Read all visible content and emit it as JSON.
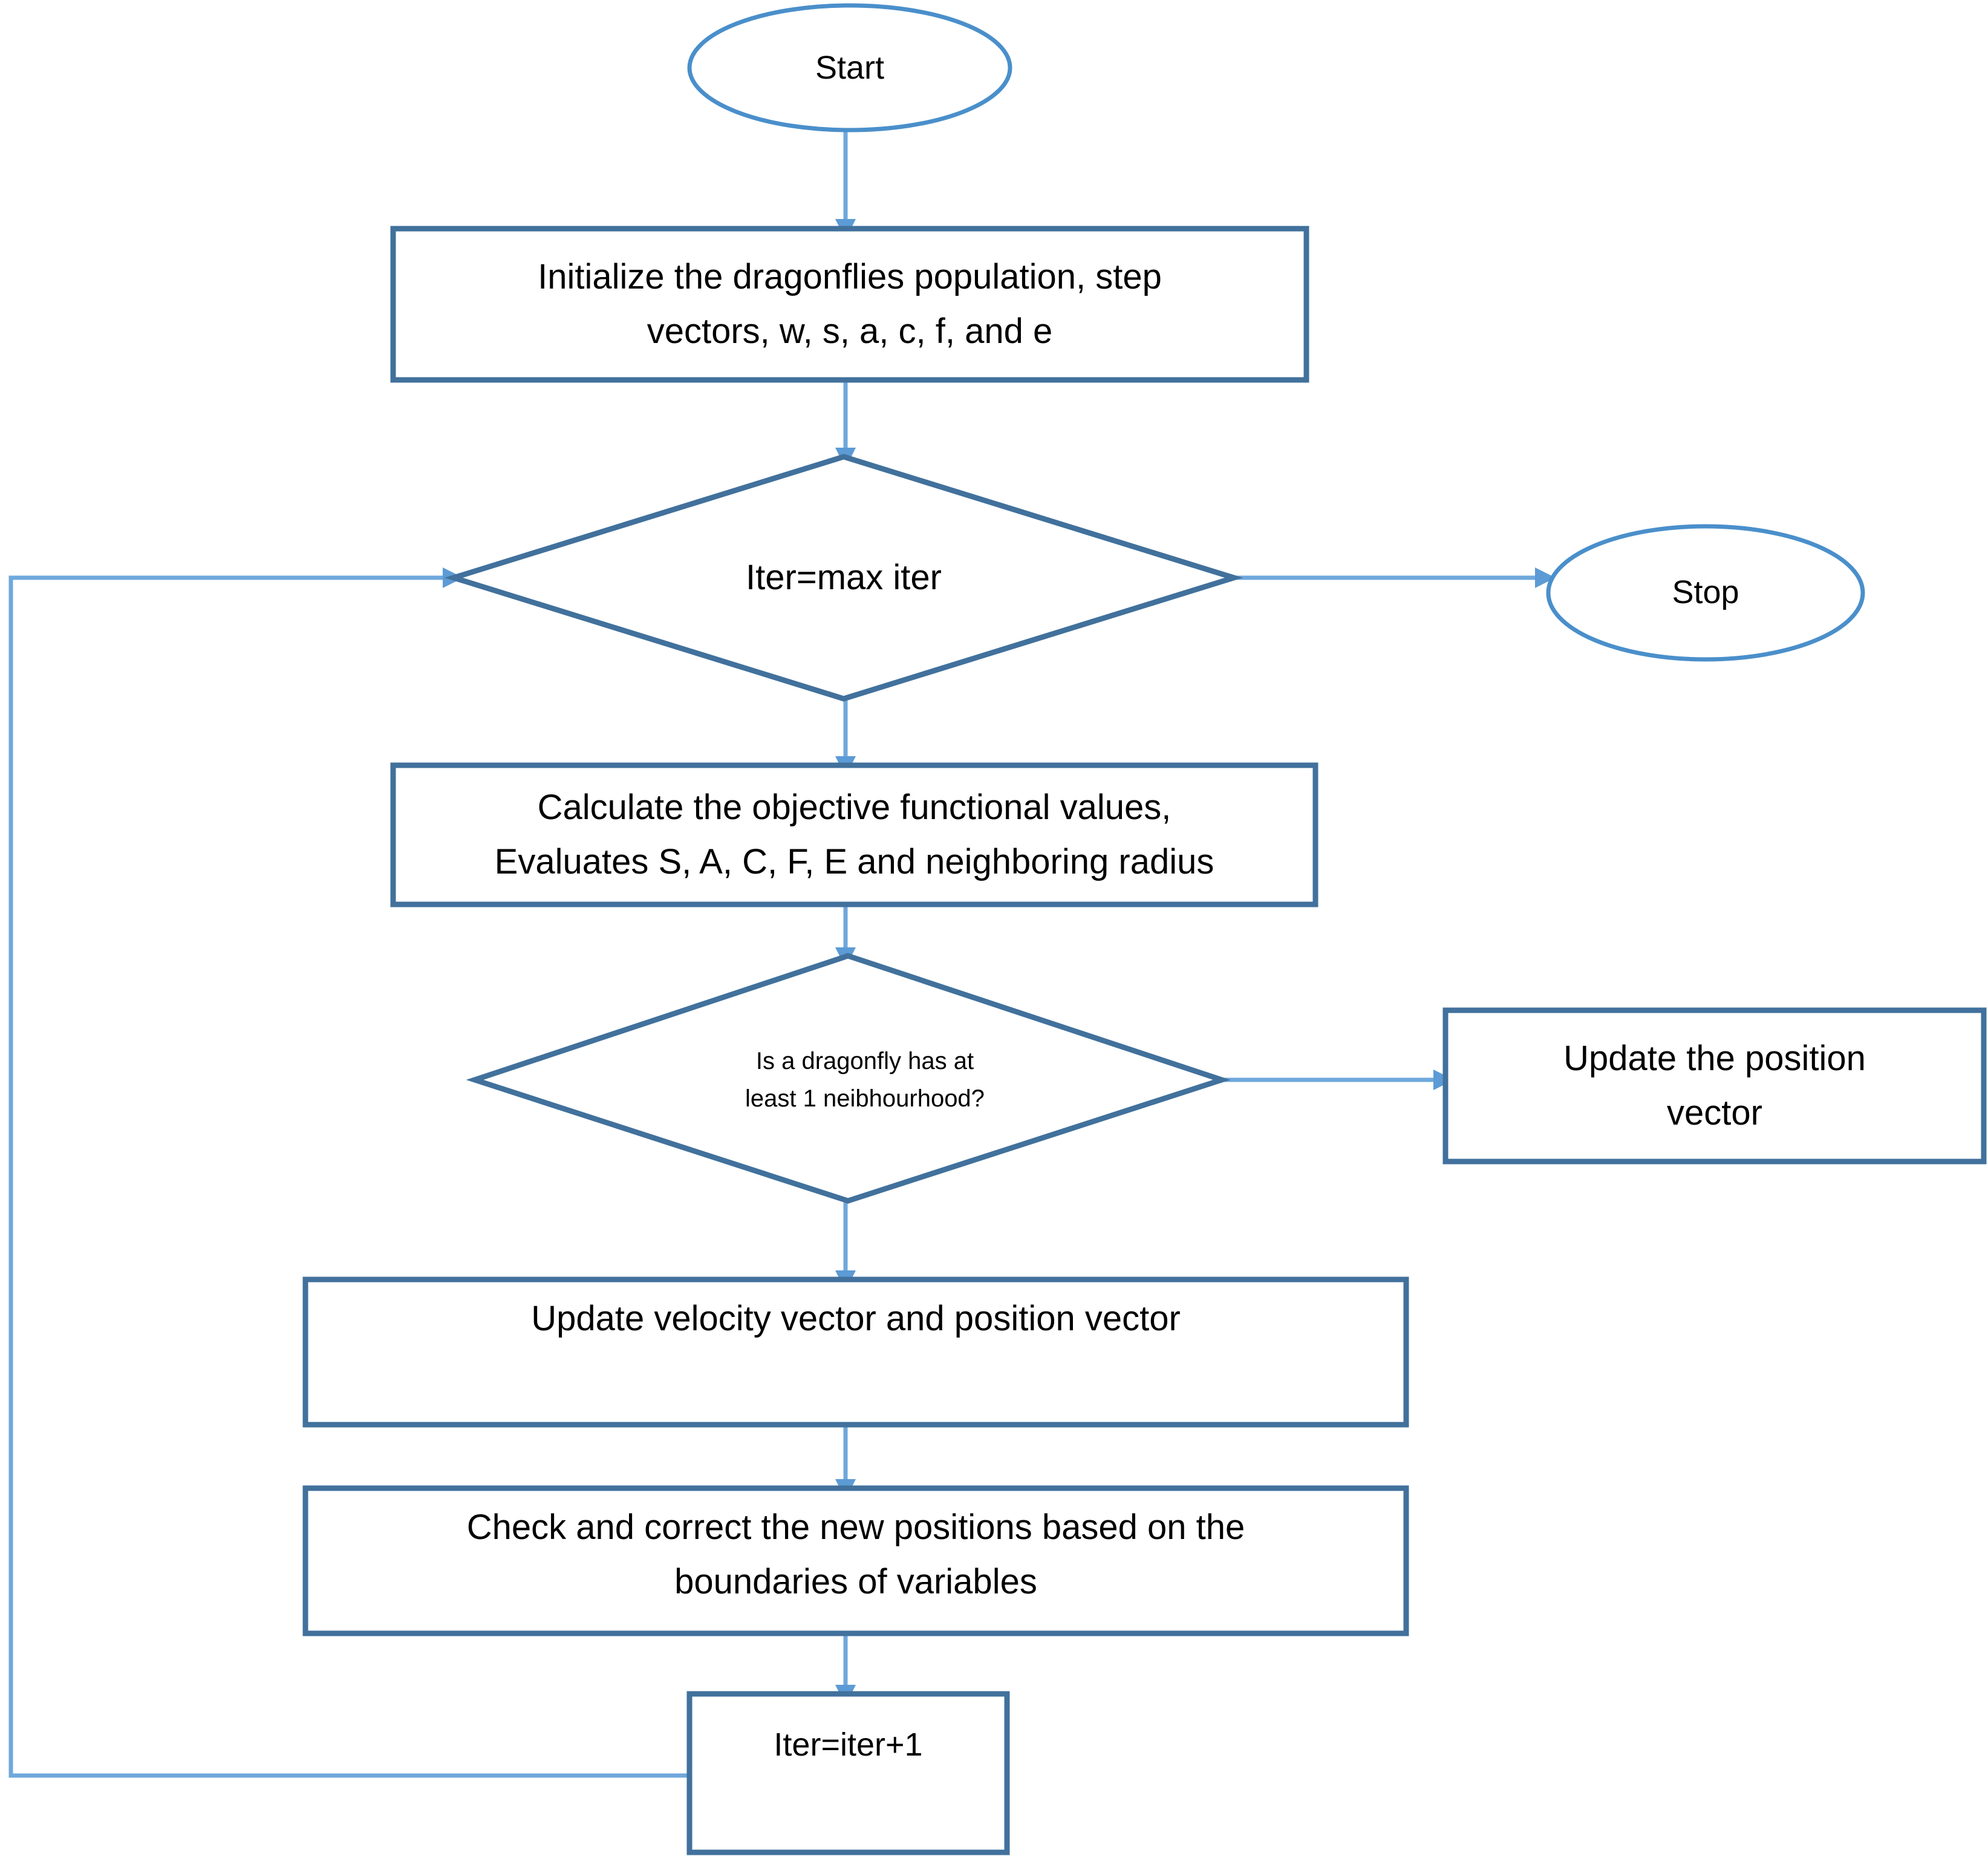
{
  "diagram": {
    "title": "Dragonfly Algorithm Flowchart",
    "type": "flowchart",
    "colors": {
      "ellipse_stroke": "#4A8FCB",
      "box_stroke": "#41719C",
      "diamond_stroke": "#41719C",
      "connector": "#6FA8DC",
      "text": "#000000",
      "background": "#FFFFFF"
    },
    "nodes": [
      {
        "id": "start",
        "shape": "ellipse",
        "label": "Start"
      },
      {
        "id": "initialize",
        "shape": "rectangle",
        "label": "Initialize the dragonflies population, step\nvectors, w, s, a, c, f, and e"
      },
      {
        "id": "cond_iter",
        "shape": "diamond",
        "label": "Iter=max iter"
      },
      {
        "id": "stop",
        "shape": "ellipse",
        "label": "Stop"
      },
      {
        "id": "calculate",
        "shape": "rectangle",
        "label": "Calculate the objective functional values,\nEvaluates S, A, C, F, E and neighboring radius"
      },
      {
        "id": "cond_neigh",
        "shape": "diamond",
        "label": "Is a dragonfly has at\nleast 1 neibhourhood?"
      },
      {
        "id": "update_pos",
        "shape": "rectangle",
        "label": "Update the position\nvector"
      },
      {
        "id": "update_vel",
        "shape": "rectangle",
        "label": "Update velocity vector and position vector"
      },
      {
        "id": "check_correct",
        "shape": "rectangle",
        "label": "Check and correct the new positions based on the\nboundaries of variables"
      },
      {
        "id": "iter_incr",
        "shape": "rectangle",
        "label": "Iter=iter+1"
      }
    ],
    "edges": [
      {
        "from": "start",
        "to": "initialize",
        "label": ""
      },
      {
        "from": "initialize",
        "to": "cond_iter",
        "label": ""
      },
      {
        "from": "cond_iter",
        "to": "stop",
        "label": ""
      },
      {
        "from": "cond_iter",
        "to": "calculate",
        "label": ""
      },
      {
        "from": "calculate",
        "to": "cond_neigh",
        "label": ""
      },
      {
        "from": "cond_neigh",
        "to": "update_pos",
        "label": ""
      },
      {
        "from": "cond_neigh",
        "to": "update_vel",
        "label": ""
      },
      {
        "from": "update_vel",
        "to": "check_correct",
        "label": ""
      },
      {
        "from": "check_correct",
        "to": "iter_incr",
        "label": ""
      },
      {
        "from": "iter_incr",
        "to": "cond_iter",
        "label": ""
      }
    ]
  }
}
